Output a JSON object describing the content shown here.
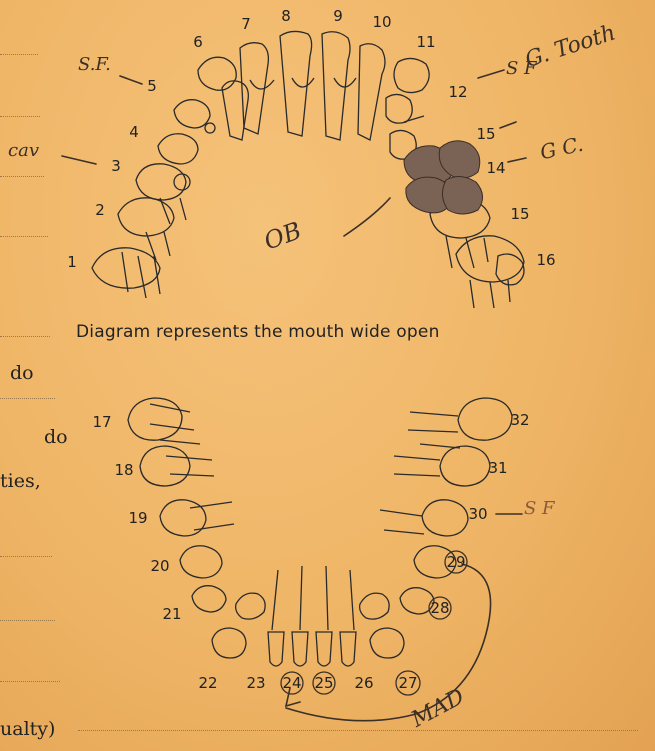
{
  "caption": "Diagram represents the mouth wide open",
  "side_text": {
    "do_1": "do",
    "do_2": "do",
    "ties": "ties,",
    "ualty": "ualty)"
  },
  "upper_numbers": [
    "1",
    "2",
    "3",
    "4",
    "5",
    "6",
    "7",
    "8",
    "9",
    "10",
    "11",
    "12",
    "15",
    "14",
    "15",
    "16"
  ],
  "lower_numbers": [
    "17",
    "18",
    "19",
    "20",
    "21",
    "22",
    "23",
    "24",
    "25",
    "26",
    "27",
    "28",
    "29",
    "30",
    "31",
    "32"
  ],
  "annotations": {
    "sf_5": "S.F.",
    "cav_3": "cav",
    "sf_12": "S F",
    "g_tooth": "G. Tooth",
    "gc_14": "G C.",
    "ob": "OB",
    "sf_30": "S F",
    "mad": "MAD"
  },
  "colors": {
    "paper": "#f0b769",
    "ink": "#222222",
    "pencil": "#3a3028",
    "filling": "#7a6254"
  }
}
